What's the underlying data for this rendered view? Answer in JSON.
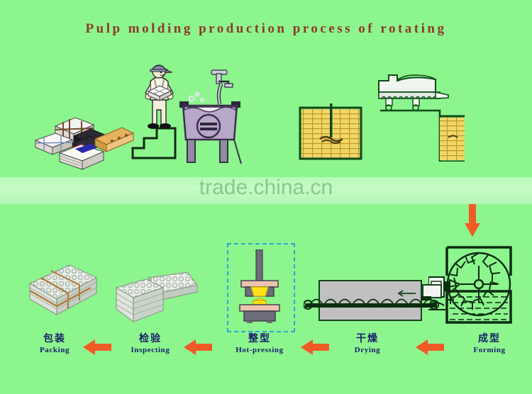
{
  "page": {
    "title": "Pulp molding production process of rotating",
    "watermark": "trade.china.cn",
    "bg_color": "#8df58d",
    "title_color": "#8a3a2a",
    "label_color": "#19216b",
    "arrow_color": "#ef5a28",
    "dashbox_color": "#29a8d8"
  },
  "top_row": {
    "steps": [
      {
        "name": "waste-paper-stack",
        "caption": ""
      },
      {
        "name": "worker-feeding-pulper",
        "caption": ""
      },
      {
        "name": "hydrapulper-tank",
        "caption": ""
      },
      {
        "name": "pulp-storage-tank-1",
        "caption": ""
      },
      {
        "name": "screening-machine-over-tank",
        "caption": ""
      }
    ]
  },
  "bottom_row": {
    "steps": [
      {
        "cn": "包装",
        "en": "Packing",
        "name": "step-packing"
      },
      {
        "cn": "检验",
        "en": "Inspecting",
        "name": "step-inspecting"
      },
      {
        "cn": "整型",
        "en": "Hot-pressing",
        "name": "step-hot-pressing"
      },
      {
        "cn": "干燥",
        "en": "Drying",
        "name": "step-drying"
      },
      {
        "cn": "成型",
        "en": "Forming",
        "name": "step-forming"
      }
    ],
    "arrows": [
      {
        "dir": "left",
        "name": "arrow-inspecting-to-packing"
      },
      {
        "dir": "left",
        "name": "arrow-hotpressing-to-inspecting"
      },
      {
        "dir": "left",
        "name": "arrow-drying-to-hotpressing"
      },
      {
        "dir": "left",
        "name": "arrow-forming-to-drying"
      },
      {
        "dir": "down",
        "name": "arrow-top-to-forming"
      }
    ]
  }
}
